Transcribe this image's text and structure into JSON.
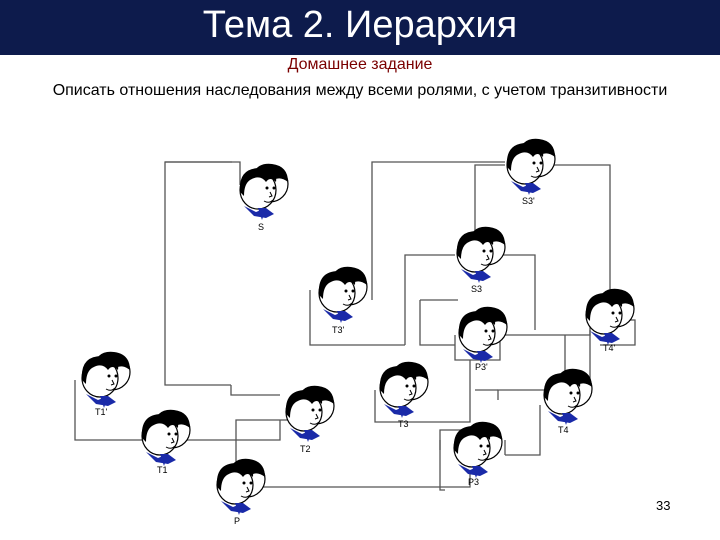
{
  "slide": {
    "title": "Тема 2. Иерархия",
    "subtitle": "Домашнее задание",
    "task": "Описать отношения наследования между всеми ролями, с учетом транзитивности",
    "page_number": "33"
  },
  "roles": {
    "S3p": "S3'",
    "S": "S",
    "S3": "S3",
    "T3p": "T3'",
    "T4p": "T4'",
    "P3p": "P3'",
    "T1p": "T1'",
    "T3": "T3",
    "T2": "T2",
    "T4": "T4",
    "T1": "T1",
    "P3": "P3",
    "P": "P"
  },
  "colors": {
    "title_bg": "#0d1b4c",
    "subtitle": "#7a0000",
    "tie": "#1a2aa8"
  },
  "icons": {
    "role": "person-head-icon"
  }
}
